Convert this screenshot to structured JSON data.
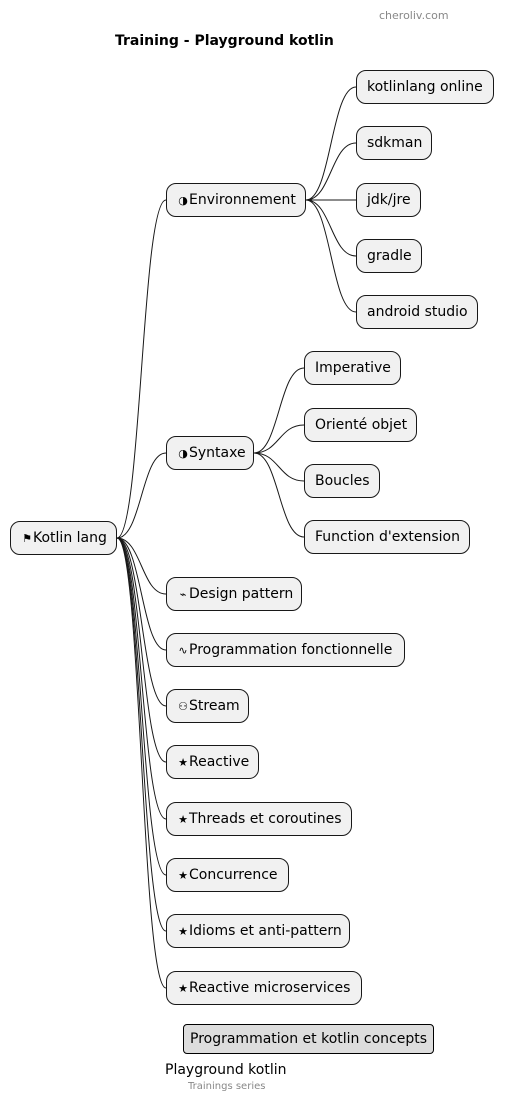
{
  "header": "cheroliv.com",
  "title": "Training - Playground kotlin",
  "root": {
    "icon": "flag-icon",
    "glyph": "⚑",
    "label": "Kotlin lang"
  },
  "branches": [
    {
      "icon": "half-circle-icon",
      "glyph": "◑",
      "label": "Environnement",
      "children": [
        "kotlinlang online",
        "sdkman",
        "jdk/jre",
        "gradle",
        "android studio"
      ]
    },
    {
      "icon": "half-circle-icon",
      "glyph": "◑",
      "label": "Syntaxe",
      "children": [
        "Imperative",
        "Orienté objet",
        "Boucles",
        "Function d'extension"
      ]
    },
    {
      "icon": "chart-line-icon",
      "glyph": "⌁",
      "label": "Design pattern",
      "children": []
    },
    {
      "icon": "pulse-icon",
      "glyph": "∿",
      "label": "Programmation fonctionnelle",
      "children": []
    },
    {
      "icon": "people-icon",
      "glyph": "⚇",
      "label": "Stream",
      "children": []
    },
    {
      "icon": "star-icon",
      "glyph": "★",
      "label": "Reactive",
      "children": []
    },
    {
      "icon": "star-icon",
      "glyph": "★",
      "label": "Threads et coroutines",
      "children": []
    },
    {
      "icon": "star-icon",
      "glyph": "★",
      "label": "Concurrence",
      "children": []
    },
    {
      "icon": "star-icon",
      "glyph": "★",
      "label": "Idioms et anti-pattern",
      "children": []
    },
    {
      "icon": "star-icon",
      "glyph": "★",
      "label": "Reactive microservices",
      "children": []
    }
  ],
  "legend": "Programmation et kotlin concepts",
  "caption": "Playground kotlin",
  "footer": "Trainings series"
}
